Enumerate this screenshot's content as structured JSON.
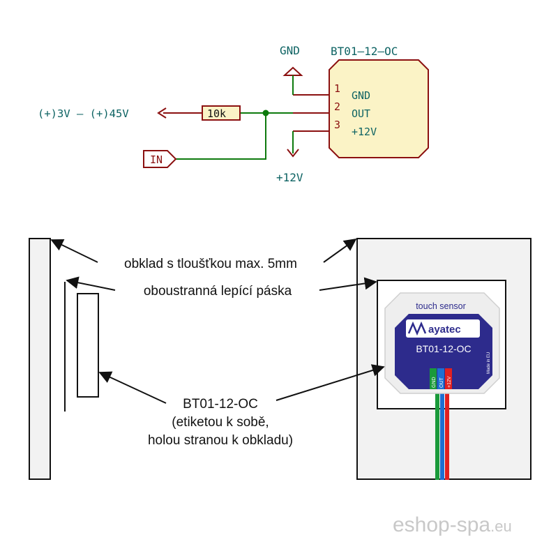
{
  "schematic": {
    "component_name": "BT01–12–OC",
    "gnd_symbol_label": "GND",
    "supply_symbol_label": "+12V",
    "voltage_range_label": "(+)3V – (+)45V",
    "resistor_value": "10k",
    "input_port_label": "IN",
    "pins": [
      {
        "number": "1",
        "name": "GND"
      },
      {
        "number": "2",
        "name": "OUT"
      },
      {
        "number": "3",
        "name": "+12V"
      }
    ]
  },
  "mounting": {
    "callout_tile": "obklad s tloušťkou max. 5mm",
    "callout_tape": "oboustranná lepící páska",
    "callout_sensor_lines": [
      "BT01-12-OC",
      "(etiketou k sobě,",
      "holou stranou k obkladu)"
    ]
  },
  "sensor_label": {
    "top_text": "touch sensor",
    "brand": "ayatec",
    "model": "BT01-12-OC",
    "made_in": "Made in EU",
    "wire_labels": [
      "GND",
      "OUT",
      "+12V"
    ]
  },
  "colors": {
    "schematic_wire": "#0d7a0d",
    "schematic_symbol": "#8b1010",
    "schematic_text": "#0e6363",
    "component_fill": "#fbf3c6",
    "sensor_body": "#2d2b8c",
    "wire_green": "#1a9a3a",
    "wire_blue": "#1d6fd1",
    "wire_red": "#e02020"
  },
  "watermark": {
    "main": "eshop-spa",
    "suffix": ".eu"
  }
}
